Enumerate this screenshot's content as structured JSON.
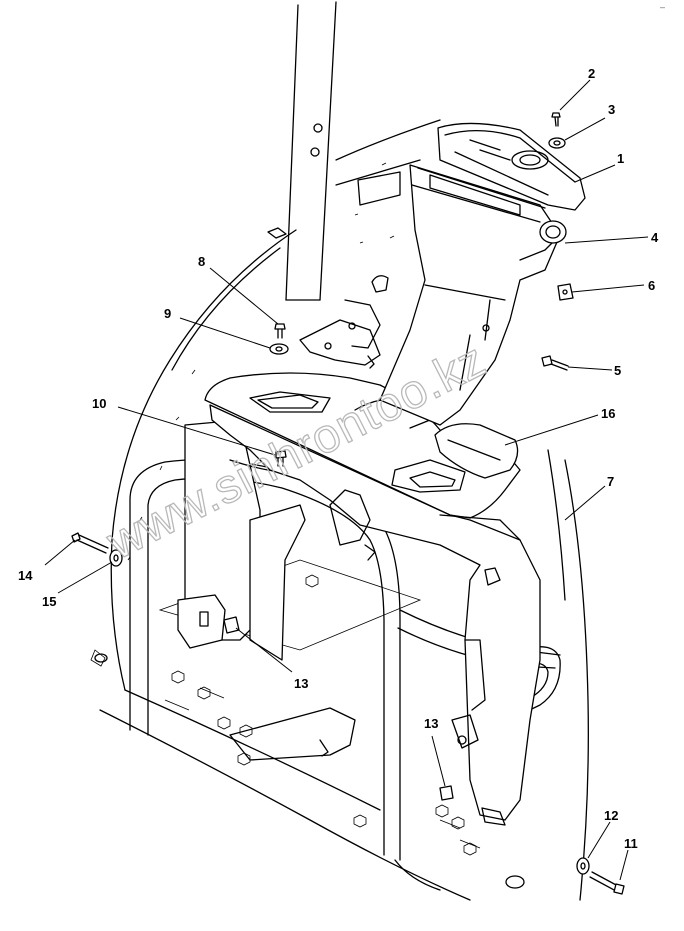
{
  "corner_mark": "–",
  "watermark": "www.sinhrontoo.kz",
  "callouts": [
    {
      "id": "callout-1",
      "label": "1"
    },
    {
      "id": "callout-2",
      "label": "2"
    },
    {
      "id": "callout-3",
      "label": "3"
    },
    {
      "id": "callout-4",
      "label": "4"
    },
    {
      "id": "callout-5",
      "label": "5"
    },
    {
      "id": "callout-6",
      "label": "6"
    },
    {
      "id": "callout-7",
      "label": "7"
    },
    {
      "id": "callout-8",
      "label": "8"
    },
    {
      "id": "callout-9",
      "label": "9"
    },
    {
      "id": "callout-10",
      "label": "10"
    },
    {
      "id": "callout-11",
      "label": "11"
    },
    {
      "id": "callout-12",
      "label": "12"
    },
    {
      "id": "callout-13a",
      "label": "13"
    },
    {
      "id": "callout-13b",
      "label": "13"
    },
    {
      "id": "callout-14",
      "label": "14"
    },
    {
      "id": "callout-15",
      "label": "15"
    },
    {
      "id": "callout-16",
      "label": "16"
    }
  ]
}
